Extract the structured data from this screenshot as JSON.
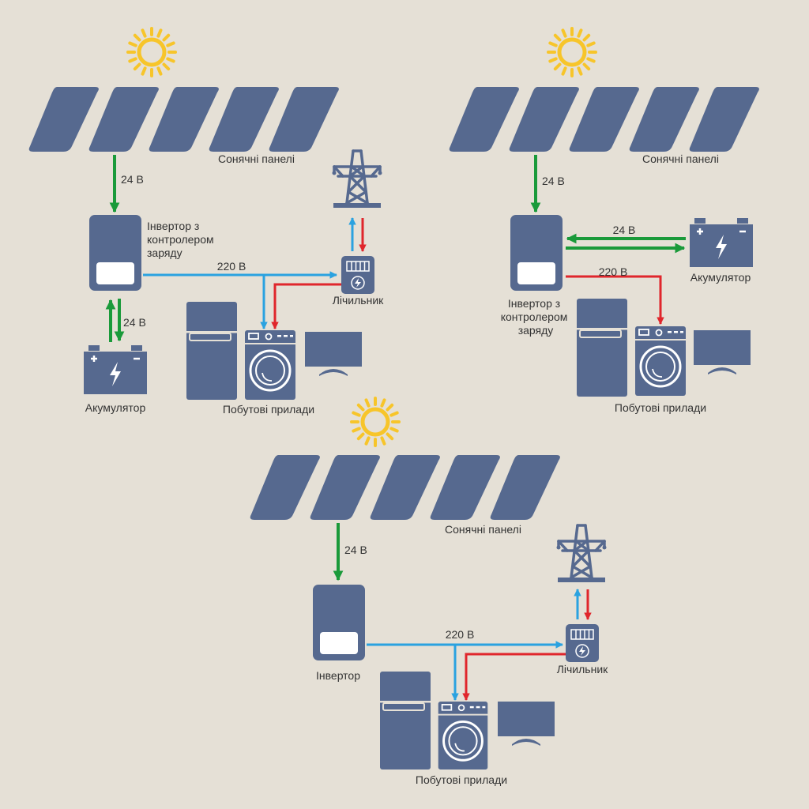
{
  "colors": {
    "background": "#e5e0d6",
    "device": "#56698f",
    "sun": "#f7c52a",
    "dc_arrow": "#1a9a3a",
    "ac_arrow": "#2aa2e0",
    "grid_arrow": "#e0262c",
    "text": "#333333"
  },
  "icons": [
    "sun-icon",
    "solar-panel-icon",
    "inverter-icon",
    "battery-icon",
    "meter-icon",
    "power-tower-icon",
    "fridge-icon",
    "washing-machine-icon",
    "tv-icon"
  ],
  "hybrid": {
    "panels_label": "Сонячні панелі",
    "panels_voltage": "24 В",
    "inverter_label": "Інвертор з контролером заряду",
    "inverter_lines": [
      "Інвертор з",
      "контролером",
      "заряду"
    ],
    "battery_voltage": "24 В",
    "battery_label": "Акумулятор",
    "ac_voltage": "220 В",
    "meter_label": "Лічильник",
    "appliances_label": "Побутові прилади"
  },
  "offgrid": {
    "panels_label": "Сонячні панелі",
    "panels_voltage": "24 В",
    "battery_voltage": "24 В",
    "battery_label": "Акумулятор",
    "ac_voltage": "220 В",
    "inverter_label": "Інвертор з контролером заряду",
    "inverter_lines": [
      "Інвертор з",
      "контролером",
      "заряду"
    ],
    "appliances_label": "Побутові прилади"
  },
  "ongrid": {
    "panels_label": "Сонячні панелі",
    "panels_voltage": "24 В",
    "inverter_label": "Інвертор",
    "ac_voltage": "220 В",
    "meter_label": "Лічильник",
    "appliances_label": "Побутові прилади"
  }
}
